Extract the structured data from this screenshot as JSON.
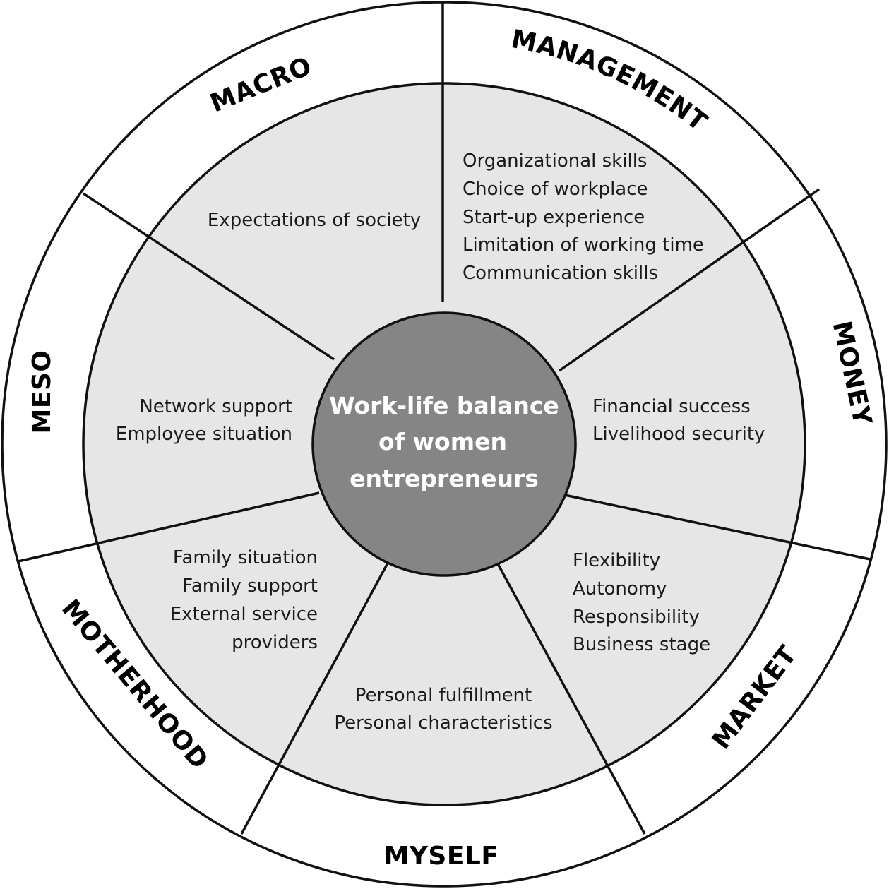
{
  "center": {
    "lines": [
      "Work-life balance",
      "of women",
      "entrepreneurs"
    ]
  },
  "segments": [
    {
      "ring_label": "MANAGEMENT",
      "items": [
        "Organizational skills",
        "Choice of workplace",
        "Start-up experience",
        "Limitation of working time",
        "Communication skills"
      ]
    },
    {
      "ring_label": "MONEY",
      "items": [
        "Financial success",
        "Livelihood security"
      ]
    },
    {
      "ring_label": "MARKET",
      "items": [
        "Flexibility",
        "Autonomy",
        "Responsibility",
        "Business stage"
      ]
    },
    {
      "ring_label": "MYSELF",
      "items": [
        "Personal fulfillment",
        "Personal characteristics"
      ]
    },
    {
      "ring_label": "MOTHERHOOD",
      "items": [
        "Family situation",
        "Family support",
        "External service",
        "providers"
      ]
    },
    {
      "ring_label": "MESO",
      "items": [
        "Network support",
        "Employee situation"
      ]
    },
    {
      "ring_label": "MACRO",
      "items": [
        "Expectations of society"
      ]
    }
  ],
  "colors": {
    "inner_fill": "#e6e6e6",
    "center_fill": "#858585",
    "outer_fill": "#ffffff",
    "stroke": "#111111"
  }
}
